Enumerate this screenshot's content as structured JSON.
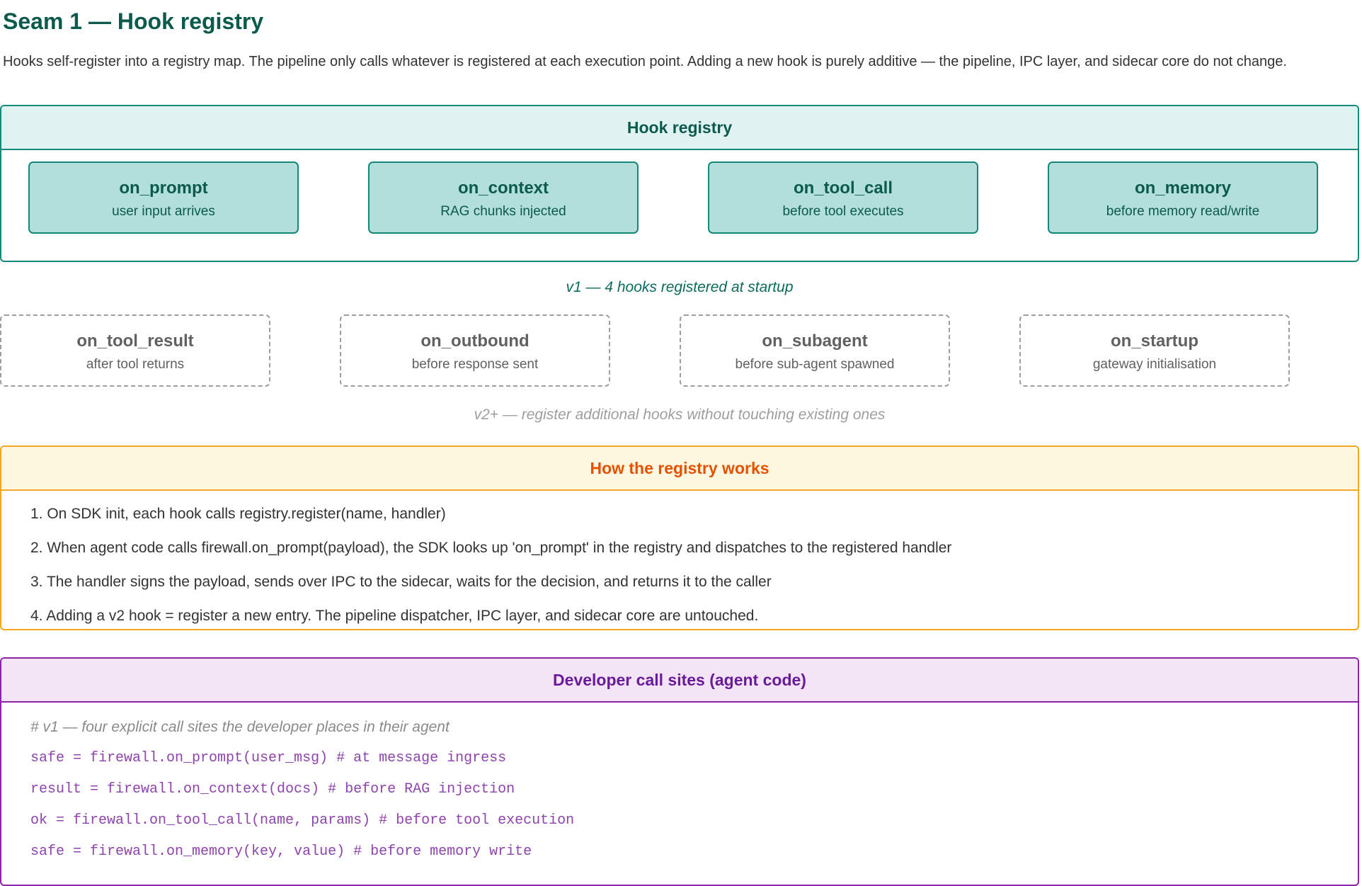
{
  "title": "Seam 1 — Hook registry",
  "intro": "Hooks self-register into a registry map. The pipeline only calls whatever is registered at each execution point. Adding a new hook is purely additive — the pipeline, IPC layer, and sidecar core do not change.",
  "registry": {
    "heading": "Hook registry",
    "v1_hooks": [
      {
        "name": "on_prompt",
        "desc": "user input arrives"
      },
      {
        "name": "on_context",
        "desc": "RAG chunks injected"
      },
      {
        "name": "on_tool_call",
        "desc": "before tool executes"
      },
      {
        "name": "on_memory",
        "desc": "before memory read/write"
      }
    ],
    "v1_caption": "v1 — 4 hooks registered at startup",
    "v2_hooks": [
      {
        "name": "on_tool_result",
        "desc": "after tool returns"
      },
      {
        "name": "on_outbound",
        "desc": "before response sent"
      },
      {
        "name": "on_subagent",
        "desc": "before sub-agent spawned"
      },
      {
        "name": "on_startup",
        "desc": "gateway initialisation"
      }
    ],
    "v2_caption": "v2+ — register additional hooks without touching existing ones"
  },
  "how": {
    "heading": "How the registry works",
    "steps": [
      "1. On SDK init, each hook calls registry.register(name, handler)",
      "2. When agent code calls firewall.on_prompt(payload), the SDK looks up 'on_prompt' in the registry and dispatches to the registered handler",
      "3. The handler signs the payload, sends over IPC to the sidecar, waits for the decision, and returns it to the caller",
      "4. Adding a v2 hook = register a new entry. The pipeline dispatcher, IPC layer, and sidecar core are untouched."
    ]
  },
  "developer": {
    "heading": "Developer call sites (agent code)",
    "comment": "# v1 — four explicit call sites the developer places in their agent",
    "lines": [
      "safe = firewall.on_prompt(user_msg) # at message ingress",
      "result = firewall.on_context(docs) # before RAG injection",
      "ok = firewall.on_tool_call(name, params) # before tool execution",
      "safe = firewall.on_memory(key, value) # before memory write"
    ]
  }
}
